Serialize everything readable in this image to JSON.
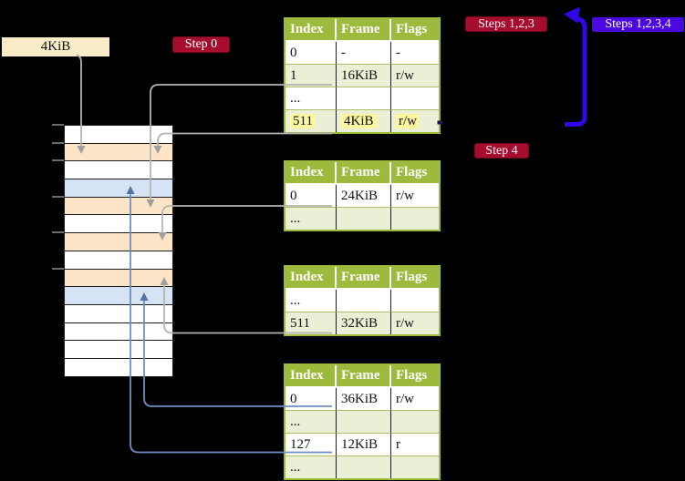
{
  "colors": {
    "header_green": "#9cbb3c",
    "row_green": "#eaefd5",
    "grid_green": "#aabf68",
    "grid_dark": "#1c1c1c",
    "highlight_yellow": "#fdf6a0",
    "orange": "#fce4c6",
    "blue": "#d5e3f4",
    "beige": "#faecc8",
    "badge_red": "#a60c2d",
    "badge_red_border": "#73081f",
    "badge_purple": "#4a09e2",
    "big_arrow": "#3306e5",
    "line_gray": "#b4b4b4",
    "arrow_gray": "#a0a0a0",
    "line_blue": "#6d8ec4",
    "arrow_blue": "#5174a8",
    "tick_gray": "#8f8f8f"
  },
  "labels": {
    "frame_size": "4KiB",
    "step0": "Step 0",
    "steps123": "Steps 1,2,3",
    "steps1234": "Steps 1,2,3,4",
    "step4": "Step 4"
  },
  "memory_column": {
    "row_fills": [
      "white",
      "orange",
      "white",
      "blue",
      "orange",
      "white",
      "orange",
      "white",
      "orange",
      "blue",
      "white",
      "white",
      "white",
      "white"
    ]
  },
  "tables": [
    {
      "headers": [
        "Index",
        "Frame",
        "Flags"
      ],
      "rows": [
        [
          "0",
          "-",
          "-"
        ],
        [
          "1",
          "16KiB",
          "r/w"
        ],
        [
          "...",
          "",
          ""
        ],
        [
          "511",
          "4KiB",
          "r/w"
        ]
      ],
      "highlight_row": 3
    },
    {
      "headers": [
        "Index",
        "Frame",
        "Flags"
      ],
      "rows": [
        [
          "0",
          "24KiB",
          "r/w"
        ],
        [
          "...",
          "",
          ""
        ]
      ]
    },
    {
      "headers": [
        "Index",
        "Frame",
        "Flags"
      ],
      "rows": [
        [
          "...",
          "",
          ""
        ],
        [
          "511",
          "32KiB",
          "r/w"
        ]
      ]
    },
    {
      "headers": [
        "Index",
        "Frame",
        "Flags"
      ],
      "rows": [
        [
          "0",
          "36KiB",
          "r/w"
        ],
        [
          "...",
          "",
          ""
        ],
        [
          "127",
          "12KiB",
          "r"
        ],
        [
          "...",
          "",
          ""
        ]
      ]
    }
  ]
}
